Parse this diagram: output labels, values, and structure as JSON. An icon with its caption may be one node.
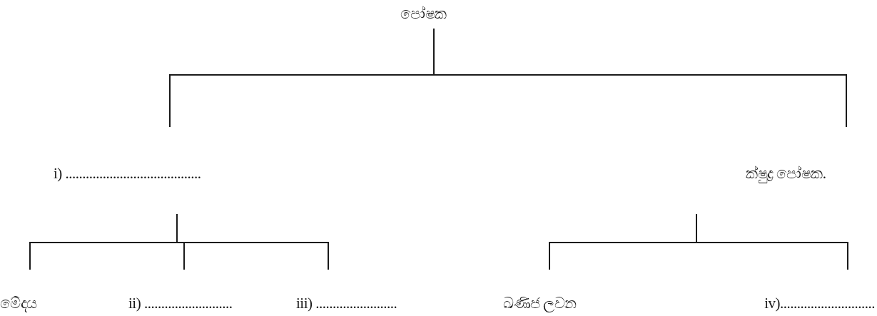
{
  "diagram": {
    "nodes": [
      {
        "text": [
          "පෝෂක"
        ]
      },
      {
        "text": [
          "i) ........................................"
        ]
      },
      {
        "text": [
          "ක්ෂුද්‍ර පෝෂක."
        ]
      },
      {
        "text": [
          "මේදය"
        ]
      },
      {
        "text": [
          "ii) .........................."
        ]
      },
      {
        "text": [
          "iii) ........................"
        ]
      },
      {
        "text": [
          "ඛණිජ ලවන"
        ]
      },
      {
        "text": [
          "iv)............................"
        ]
      }
    ],
    "edges": [
      {
        "from": 0,
        "to": 1,
        "arrow": "none"
      },
      {
        "from": 0,
        "to": 2,
        "arrow": "none"
      },
      {
        "from": 1,
        "to": 3,
        "arrow": "none"
      },
      {
        "from": 1,
        "to": 4,
        "arrow": "none"
      },
      {
        "from": 1,
        "to": 5,
        "arrow": "none"
      },
      {
        "from": 2,
        "to": 6,
        "arrow": "none"
      },
      {
        "from": 2,
        "to": 7,
        "arrow": "none"
      }
    ]
  }
}
